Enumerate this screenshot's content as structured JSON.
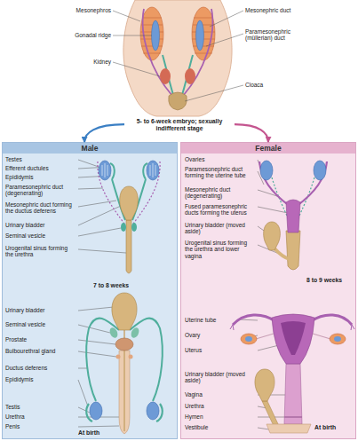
{
  "diagram": {
    "nodes": [
      {
        "text": [
          "5- to 6-week embryo; sexually indifferent stage"
        ]
      },
      {
        "text": [
          "Male"
        ]
      },
      {
        "text": [
          "Female"
        ]
      }
    ],
    "edges": [
      {
        "from": 0,
        "to": 1,
        "arrow": "to"
      },
      {
        "from": 0,
        "to": 2,
        "arrow": "to"
      }
    ],
    "labels": [
      "Mesonephros",
      "Gonadal ridge",
      "Kidney",
      "Mesonephric duct",
      "Paramesonephric (müllerian) duct",
      "Cloaca",
      "Testes",
      "Efferent ductules",
      "Epididymis",
      "Paramesonephric duct (degenerating)",
      "Mesonephric duct forming the ductus deferens",
      "Urinary bladder",
      "Seminal vesicle",
      "Urogenital sinus forming the urethra",
      "7 to 8 weeks",
      "Urinary bladder",
      "Seminal vesicle",
      "Prostate",
      "Bulbourethral gland",
      "Ductus deferens",
      "Epididymis",
      "Testis",
      "Urethra",
      "Penis",
      "At birth",
      "Ovaries",
      "Paramesonephric duct forming the uterine tube",
      "Mesonephric duct (degenerating)",
      "Fused paramesonephric ducts forming the uterus",
      "Urinary bladder (moved aside)",
      "Urogenital sinus forming the urethra and lower vagina",
      "8 to 9 weeks",
      "Uterine tube",
      "Ovary",
      "Uterus",
      "Urinary bladder (moved aside)",
      "Vagina",
      "Urethra",
      "Hymen",
      "Vestibule",
      "At birth"
    ]
  }
}
